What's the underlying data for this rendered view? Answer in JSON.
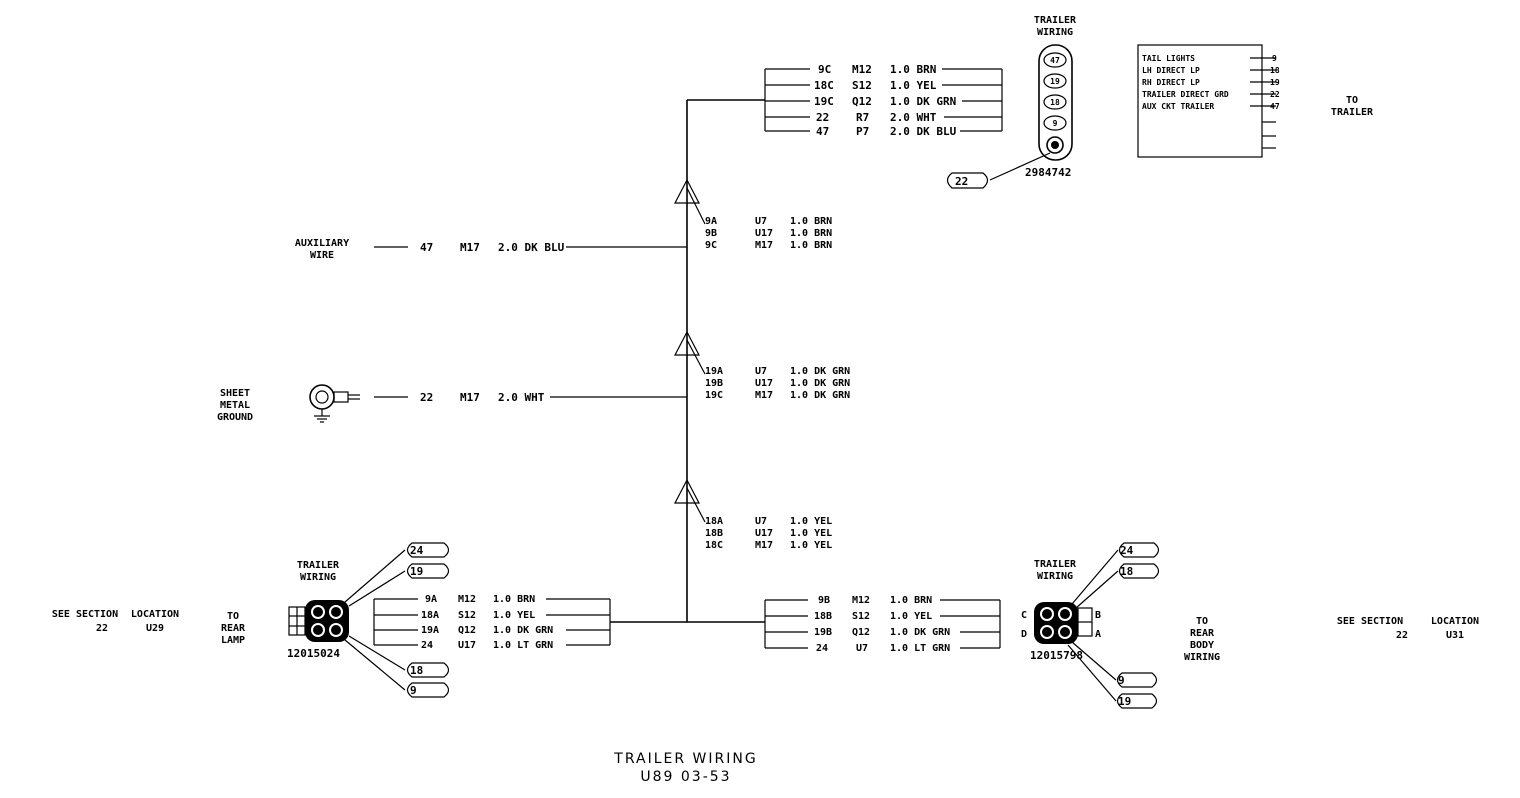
{
  "title": {
    "line1": "TRAILER WIRING",
    "line2": "U89 03-53"
  },
  "trailer_conn_top": {
    "label1": "TRAILER",
    "label2": "WIRING",
    "part": "2984742",
    "pins": [
      "47",
      "19",
      "18",
      "9"
    ],
    "tag": "22"
  },
  "trailer_table": {
    "rows": [
      {
        "name": "TAIL LIGHTS",
        "num": "9"
      },
      {
        "name": "LH DIRECT LP",
        "num": "18"
      },
      {
        "name": "RH DIRECT LP",
        "num": "19"
      },
      {
        "name": "TRAILER DIRECT GRD",
        "num": "22"
      },
      {
        "name": "AUX CKT TRAILER",
        "num": "47"
      }
    ],
    "to1": "TO",
    "to2": "TRAILER"
  },
  "top_bundle": [
    {
      "ckt": "9C",
      "code": "M12",
      "wire": "1.0 BRN"
    },
    {
      "ckt": "18C",
      "code": "S12",
      "wire": "1.0 YEL"
    },
    {
      "ckt": "19C",
      "code": "Q12",
      "wire": "1.0 DK GRN"
    },
    {
      "ckt": "22",
      "code": "R7",
      "wire": "2.0 WHT"
    },
    {
      "ckt": "47",
      "code": "P7",
      "wire": "2.0 DK BLU"
    }
  ],
  "splice1": [
    {
      "ckt": "9A",
      "code": "U7",
      "wire": "1.0 BRN"
    },
    {
      "ckt": "9B",
      "code": "U17",
      "wire": "1.0 BRN"
    },
    {
      "ckt": "9C",
      "code": "M17",
      "wire": "1.0 BRN"
    }
  ],
  "splice2": [
    {
      "ckt": "19A",
      "code": "U7",
      "wire": "1.0 DK GRN"
    },
    {
      "ckt": "19B",
      "code": "U17",
      "wire": "1.0 DK GRN"
    },
    {
      "ckt": "19C",
      "code": "M17",
      "wire": "1.0 DK GRN"
    }
  ],
  "splice3": [
    {
      "ckt": "18A",
      "code": "U7",
      "wire": "1.0 YEL"
    },
    {
      "ckt": "18B",
      "code": "U17",
      "wire": "1.0 YEL"
    },
    {
      "ckt": "18C",
      "code": "M17",
      "wire": "1.0 YEL"
    }
  ],
  "aux": {
    "label1": "AUXILIARY",
    "label2": "WIRE",
    "ckt": "47",
    "code": "M17",
    "wire": "2.0 DK BLU"
  },
  "ground": {
    "label1": "SHEET",
    "label2": "METAL",
    "label3": "GROUND",
    "ckt": "22",
    "code": "M17",
    "wire": "2.0 WHT"
  },
  "left_conn": {
    "label1": "TRAILER",
    "label2": "WIRING",
    "part": "12015024",
    "tags": [
      "24",
      "19",
      "18",
      "9"
    ],
    "see": "SEE SECTION",
    "sec_num": "22",
    "loc": "LOCATION",
    "loc_val": "U29",
    "to1": "TO",
    "to2": "REAR",
    "to3": "LAMP",
    "wires": [
      {
        "ckt": "9A",
        "code": "M12",
        "wire": "1.0 BRN"
      },
      {
        "ckt": "18A",
        "code": "S12",
        "wire": "1.0 YEL"
      },
      {
        "ckt": "19A",
        "code": "Q12",
        "wire": "1.0 DK GRN"
      },
      {
        "ckt": "24",
        "code": "U17",
        "wire": "1.0 LT GRN"
      }
    ]
  },
  "right_conn": {
    "label1": "TRAILER",
    "label2": "WIRING",
    "part": "12015798",
    "tags": [
      "24",
      "18",
      "9",
      "19"
    ],
    "pins": [
      "C",
      "B",
      "D",
      "A"
    ],
    "see": "SEE SECTION",
    "sec_num": "22",
    "loc": "LOCATION",
    "loc_val": "U31",
    "to1": "TO",
    "to2": "REAR",
    "to3": "BODY",
    "to4": "WIRING",
    "wires": [
      {
        "ckt": "9B",
        "code": "M12",
        "wire": "1.0 BRN"
      },
      {
        "ckt": "18B",
        "code": "S12",
        "wire": "1.0 YEL"
      },
      {
        "ckt": "19B",
        "code": "Q12",
        "wire": "1.0 DK GRN"
      },
      {
        "ckt": "24",
        "code": "U7",
        "wire": "1.0 LT GRN"
      }
    ]
  }
}
